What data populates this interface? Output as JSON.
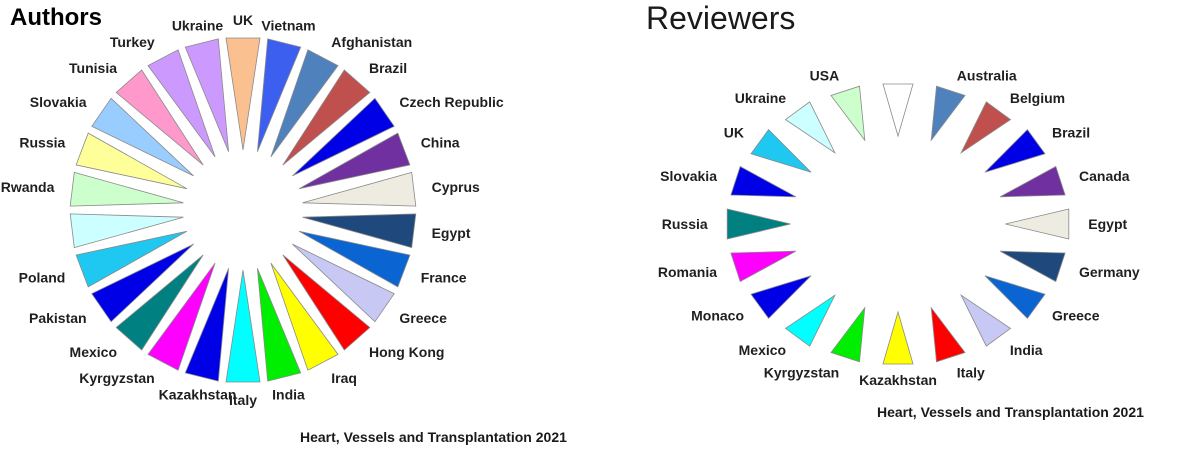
{
  "authors": {
    "title": "Authors",
    "footer": "Heart, Vessels and Transplantation 2021",
    "countries": [
      {
        "name": "UK",
        "color": "#fac090"
      },
      {
        "name": "Vietnam",
        "color": "#3c5ff0"
      },
      {
        "name": "Afghanistan",
        "color": "#4f81bd"
      },
      {
        "name": "Brazil",
        "color": "#c0504d"
      },
      {
        "name": "Czech Republic",
        "color": "#0000e6"
      },
      {
        "name": "China",
        "color": "#7030a0"
      },
      {
        "name": "Cyprus",
        "color": "#eeece1"
      },
      {
        "name": "Egypt",
        "color": "#1f497d"
      },
      {
        "name": "France",
        "color": "#0a64d2"
      },
      {
        "name": "Greece",
        "color": "#c8c8f5"
      },
      {
        "name": "Hong Kong",
        "color": "#ff0000"
      },
      {
        "name": "Iraq",
        "color": "#ffff00"
      },
      {
        "name": "India",
        "color": "#00ee00"
      },
      {
        "name": "Italy",
        "color": "#00ffff"
      },
      {
        "name": "Kazakhstan",
        "color": "#0000e6"
      },
      {
        "name": "Kyrgyzstan",
        "color": "#ff00ff"
      },
      {
        "name": "Mexico",
        "color": "#008080"
      },
      {
        "name": "Pakistan",
        "color": "#0000e6"
      },
      {
        "name": "Poland",
        "color": "#1ec8f0"
      },
      {
        "name": "",
        "color": "#ccffff"
      },
      {
        "name": "Rwanda",
        "color": "#ccffcc"
      },
      {
        "name": "Russia",
        "color": "#ffff99"
      },
      {
        "name": "Slovakia",
        "color": "#99ccff"
      },
      {
        "name": "Tunisia",
        "color": "#ff99cc"
      },
      {
        "name": "Turkey",
        "color": "#cc99ff"
      },
      {
        "name": "Ukraine",
        "color": "#cc99ff"
      }
    ]
  },
  "reviewers": {
    "title": "Reviewers",
    "footer": "Heart, Vessels and Transplantation 2021",
    "countries": [
      {
        "name": "",
        "color": "#ffffff"
      },
      {
        "name": "Australia",
        "color": "#4f81bd"
      },
      {
        "name": "Belgium",
        "color": "#c0504d"
      },
      {
        "name": "Brazil",
        "color": "#0000e6"
      },
      {
        "name": "Canada",
        "color": "#7030a0"
      },
      {
        "name": "Egypt",
        "color": "#eeece1"
      },
      {
        "name": "Germany",
        "color": "#1f497d"
      },
      {
        "name": "Greece",
        "color": "#0a64d2"
      },
      {
        "name": "India",
        "color": "#c8c8f5"
      },
      {
        "name": "Italy",
        "color": "#ff0000"
      },
      {
        "name": "Kazakhstan",
        "color": "#ffff00"
      },
      {
        "name": "Kyrgyzstan",
        "color": "#00ee00"
      },
      {
        "name": "Mexico",
        "color": "#00ffff"
      },
      {
        "name": "Monaco",
        "color": "#0000e6"
      },
      {
        "name": "Romania",
        "color": "#ff00ff"
      },
      {
        "name": "Russia",
        "color": "#008080"
      },
      {
        "name": "Slovakia",
        "color": "#0000e6"
      },
      {
        "name": "UK",
        "color": "#1ec8f0"
      },
      {
        "name": "Ukraine",
        "color": "#ccffff"
      },
      {
        "name": "USA",
        "color": "#ccffcc"
      }
    ]
  }
}
